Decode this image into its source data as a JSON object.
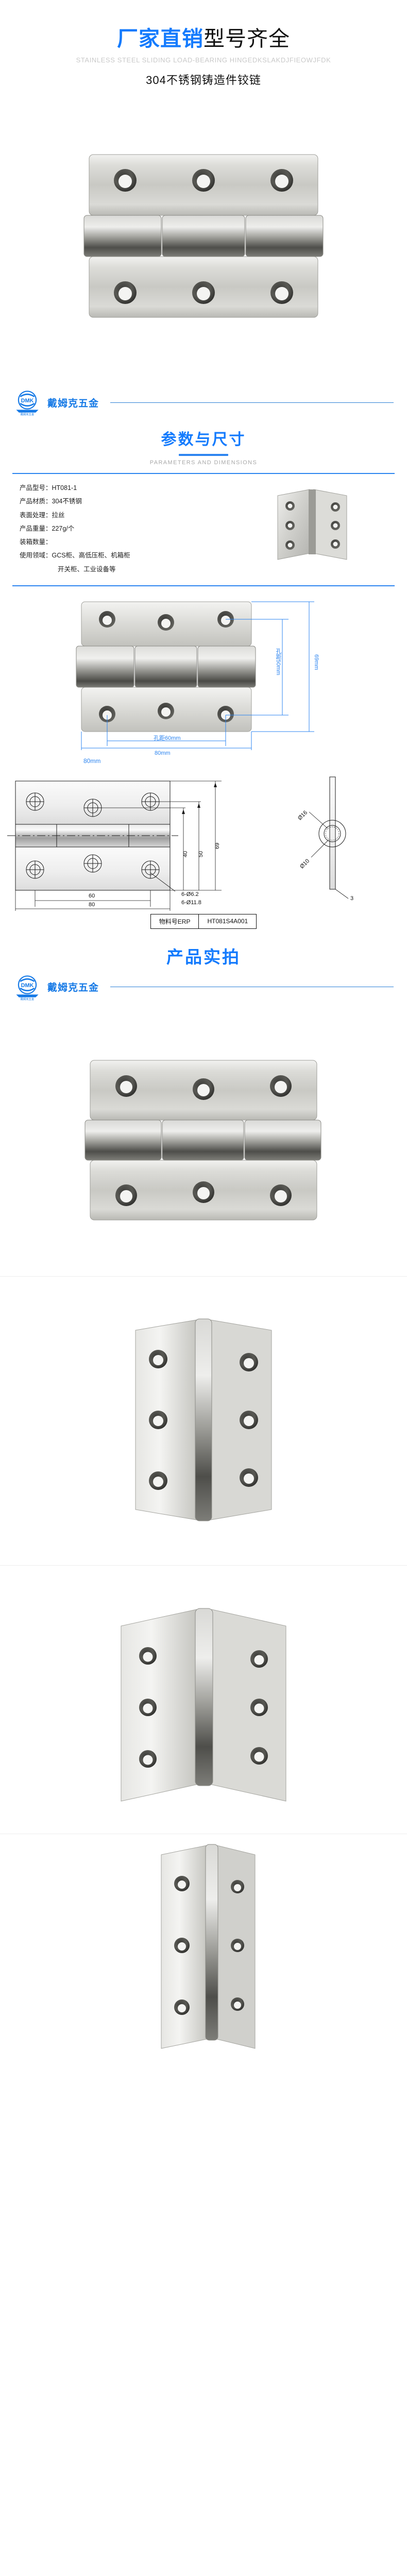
{
  "hero": {
    "title_blue": "厂家直销",
    "title_black": "型号齐全",
    "english": "STAINLESS STEEL SLIDING LOAD-BEARING HINGEDKSLAKDJFIEOWJFDK",
    "subtitle": "304不锈钢铸造件铰链"
  },
  "brand": {
    "logo_text": "DMK",
    "logo_sub": "戴姆克五金",
    "name": "戴姆克五金"
  },
  "sections": {
    "params": {
      "cn": "参数与尺寸",
      "en": "PARAMETERS AND DIMENSIONS"
    },
    "photos": {
      "cn": "产品实拍"
    }
  },
  "specs": [
    {
      "label": "产品型号：",
      "value": "HT081-1"
    },
    {
      "label": "产品材质：",
      "value": "304不锈钢"
    },
    {
      "label": "表面处理：",
      "value": "拉丝"
    },
    {
      "label": "产品重量：",
      "value": "227g/个"
    },
    {
      "label": "装箱数量：",
      "value": ""
    },
    {
      "label": "使用领域：",
      "value": "GCS柜、高低压柜、机箱柜"
    },
    {
      "label": "",
      "value": "开关柜、工业设备等"
    }
  ],
  "dimension_photo": {
    "width_label": "80mm",
    "hole_span_label": "孔距60mm",
    "height_label": "69mm",
    "hole_height_label": "孔距50mm"
  },
  "cad": {
    "top_width": "80mm",
    "dims": {
      "d69": "69",
      "d50": "50",
      "d40": "40",
      "d60": "60",
      "d80": "80",
      "dia16": "Ø16",
      "dia10": "Ø10",
      "thickness": "3",
      "hole_small": "6-Ø6.2",
      "hole_large": "6-Ø11.8"
    }
  },
  "erp_table": {
    "header": "物料号ERP",
    "value": "HT081S4A001"
  },
  "colors": {
    "brand_blue": "#147bfd",
    "rule_blue": "#2d85f0",
    "text_dark": "#111111",
    "muted": "#a9a9a9"
  }
}
